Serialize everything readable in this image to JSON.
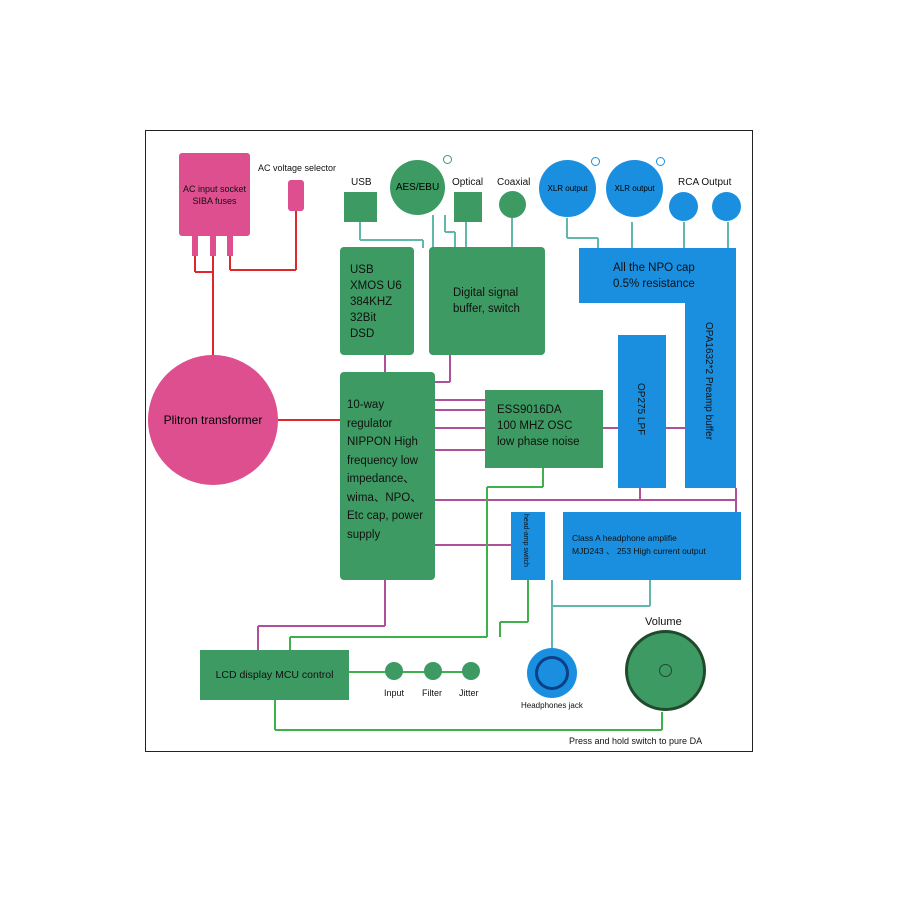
{
  "ac_socket": {
    "line1": "AC input socket",
    "line2": "SIBA fuses"
  },
  "ac_selector_label": "AC voltage selector",
  "transformer_label": "Plitron transformer",
  "inputs": {
    "usb": "USB",
    "aes": "AES/EBU",
    "optical": "Optical",
    "coaxial": "Coaxial"
  },
  "outputs": {
    "xlr1": "XLR output",
    "xlr2": "XLR output",
    "rca": "RCA Output"
  },
  "usb_block": [
    "USB",
    "XMOS U6",
    "384KHZ",
    "32Bit",
    "DSD"
  ],
  "dsb_block": [
    "Digital signal",
    "buffer, switch"
  ],
  "regulator_block": [
    "10-way",
    "regulator",
    "NIPPON High",
    "frequency low",
    "impedance、",
    "wima、NPO、",
    "Etc cap, power",
    "supply"
  ],
  "dac_block": [
    "ESS9016DA",
    "100 MHZ OSC",
    "low phase noise"
  ],
  "npo_block": [
    "All the NPO cap",
    "0.5% resistance"
  ],
  "preamp_label": "OPA1632*2 Preamp buffer",
  "lpf_label": "OP275  LPF",
  "hp_switch_label": "head-amp switch",
  "hp_amp": [
    "Class A headphone amplifie",
    "MJD243 、 253 High current output"
  ],
  "lcd_label": "LCD display MCU control",
  "knobs": {
    "input": "Input",
    "filter": "Filter",
    "jitter": "Jitter"
  },
  "volume_label": "Volume",
  "headphones_label": "Headphones jack",
  "pure_da_note": "Press and hold switch to pure DA",
  "colors": {
    "green": "#3d9a62",
    "blue": "#1a8fe0",
    "pink": "#dd4f8f",
    "red_wire": "#e0282c",
    "purple_wire": "#b04f9c",
    "green_wire": "#3fb14a",
    "teal_wire": "#5fb8a9"
  }
}
